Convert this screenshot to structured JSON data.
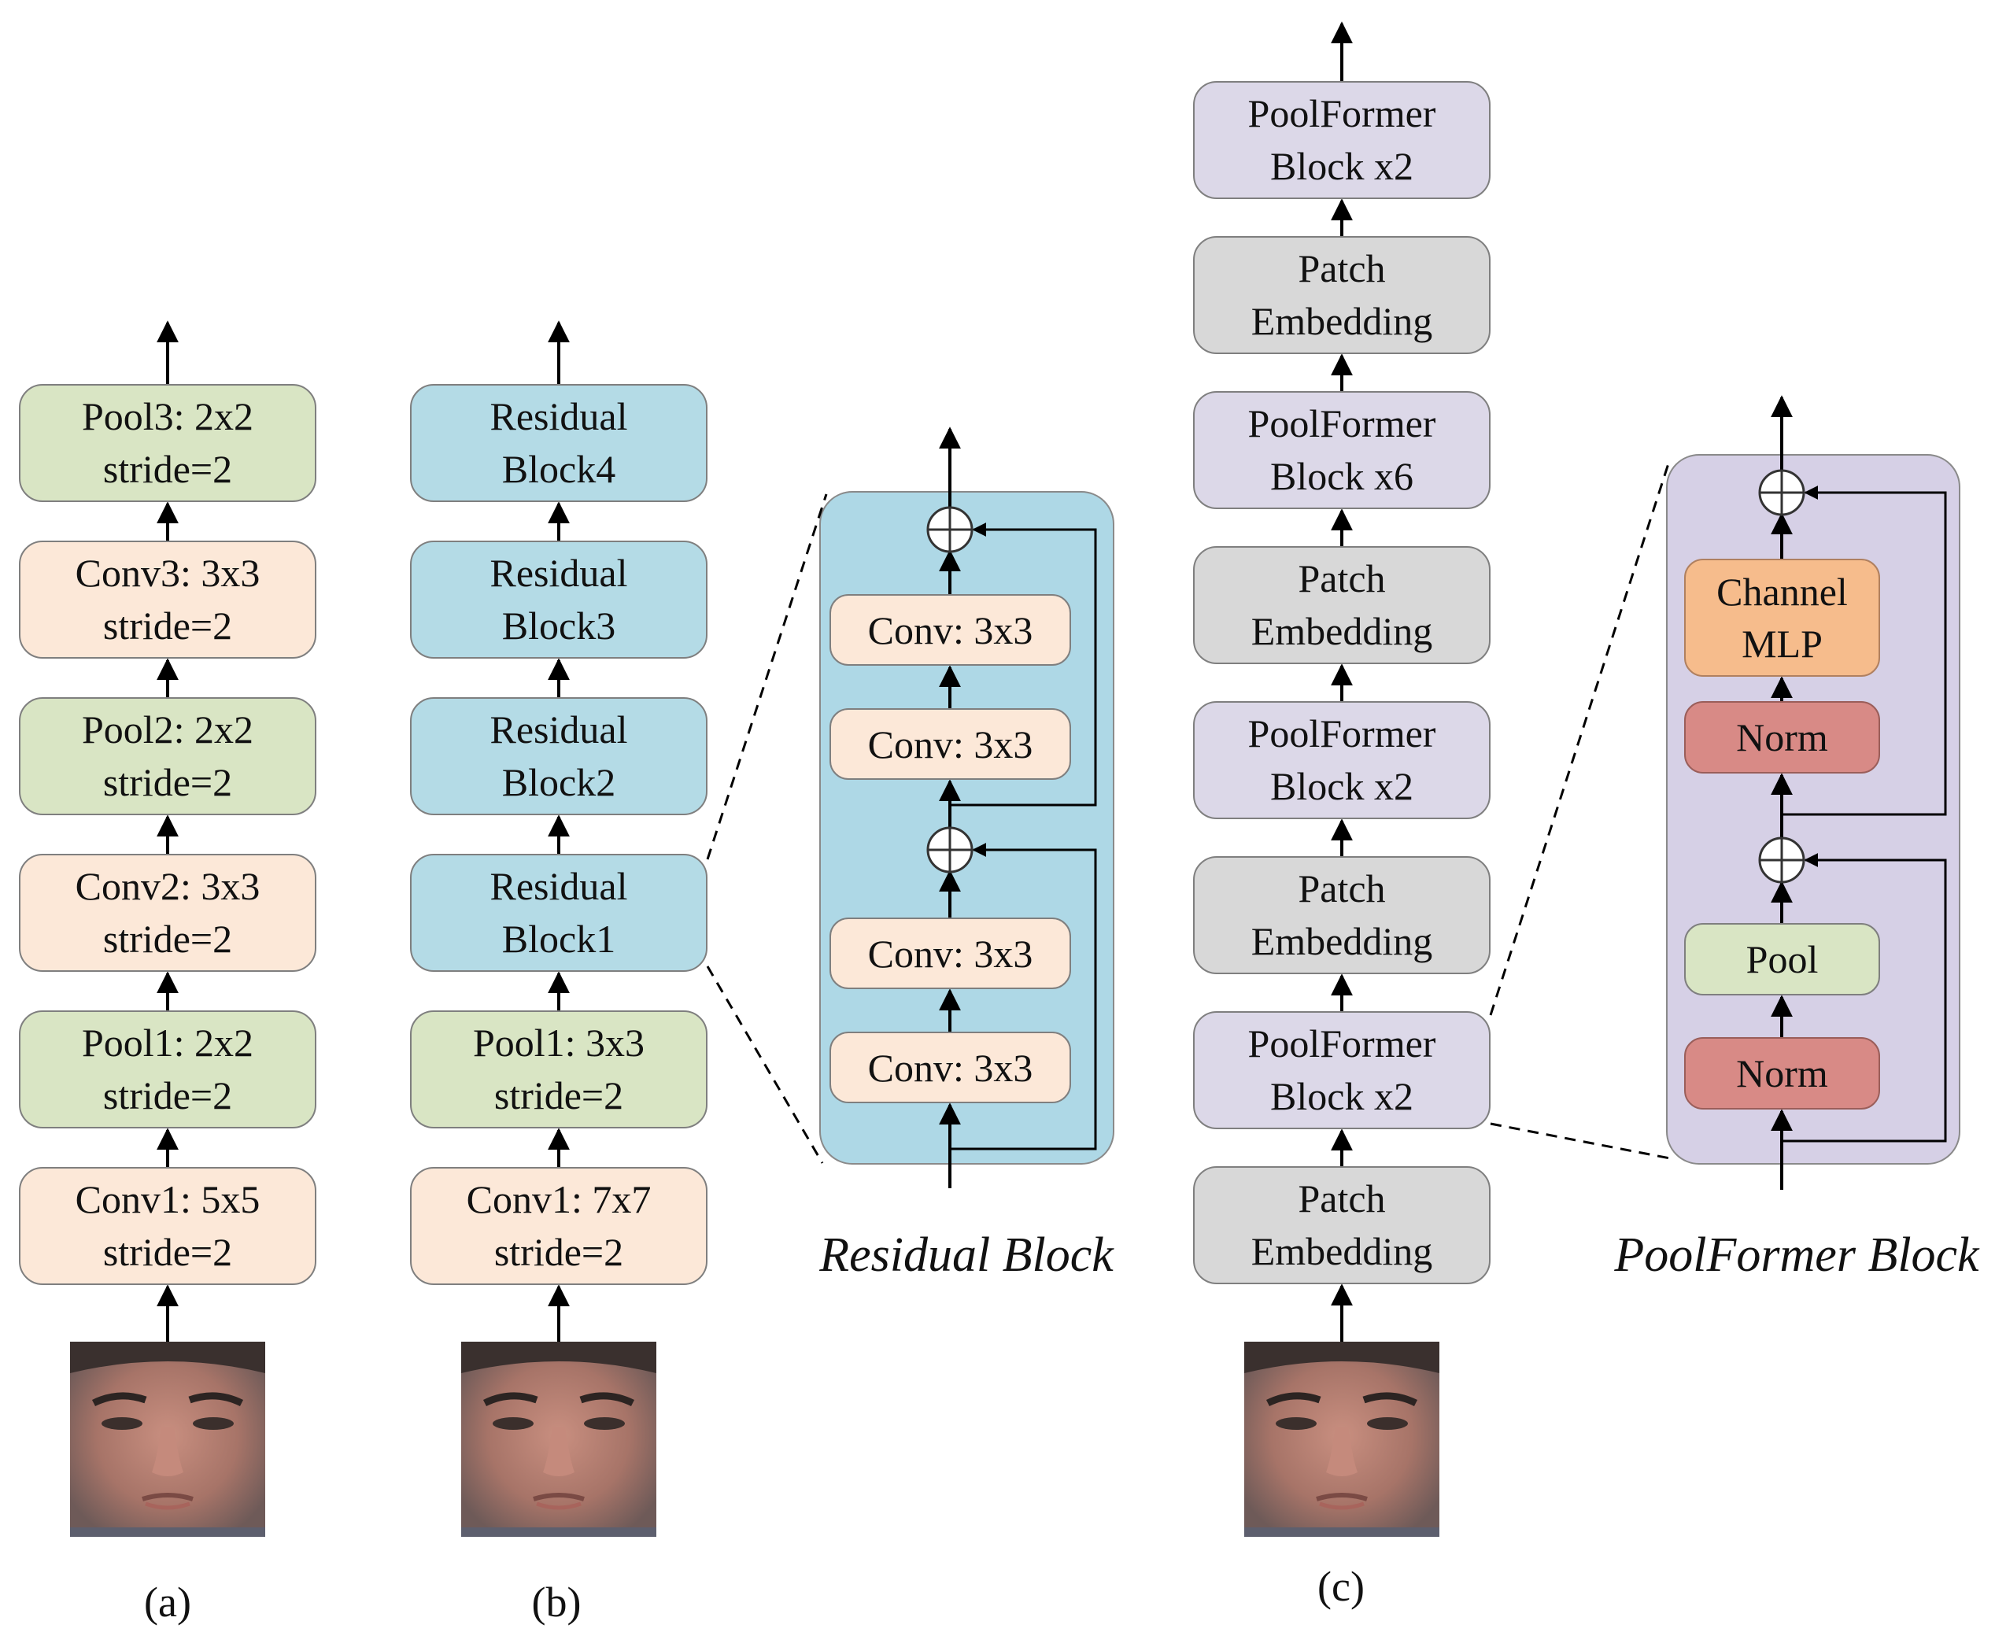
{
  "colors": {
    "conv": "#fce8d8",
    "pool": "#d9e5c4",
    "residual": "#b4dbe6",
    "poolformer": "#dcd8e8",
    "patch": "#d8d8d8",
    "norm": "#d88a86",
    "channel_mlp": "#f6bc8c",
    "residual_panel": "#aed8e6",
    "poolformer_panel": "#d6d0e6",
    "line": "#000000"
  },
  "column_a": {
    "label": "(a)",
    "blocks": [
      {
        "line1": "Pool3: 2x2",
        "line2": "stride=2"
      },
      {
        "line1": "Conv3: 3x3",
        "line2": "stride=2"
      },
      {
        "line1": "Pool2: 2x2",
        "line2": "stride=2"
      },
      {
        "line1": "Conv2: 3x3",
        "line2": "stride=2"
      },
      {
        "line1": "Pool1: 2x2",
        "line2": "stride=2"
      },
      {
        "line1": "Conv1: 5x5",
        "line2": "stride=2"
      }
    ]
  },
  "column_b": {
    "label": "(b)",
    "blocks": [
      {
        "line1": "Residual",
        "line2": "Block4"
      },
      {
        "line1": "Residual",
        "line2": "Block3"
      },
      {
        "line1": "Residual",
        "line2": "Block2"
      },
      {
        "line1": "Residual",
        "line2": "Block1"
      },
      {
        "line1": "Pool1: 3x3",
        "line2": "stride=2"
      },
      {
        "line1": "Conv1: 7x7",
        "line2": "stride=2"
      }
    ]
  },
  "residual_detail": {
    "caption": "Residual Block",
    "convs": [
      "Conv: 3x3",
      "Conv: 3x3",
      "Conv: 3x3",
      "Conv: 3x3"
    ]
  },
  "column_c": {
    "label": "(c)",
    "blocks": [
      {
        "line1": "PoolFormer",
        "line2": "Block x2"
      },
      {
        "line1": "Patch",
        "line2": "Embedding"
      },
      {
        "line1": "PoolFormer",
        "line2": "Block x6"
      },
      {
        "line1": "Patch",
        "line2": "Embedding"
      },
      {
        "line1": "PoolFormer",
        "line2": "Block x2"
      },
      {
        "line1": "Patch",
        "line2": "Embedding"
      },
      {
        "line1": "PoolFormer",
        "line2": "Block x2"
      },
      {
        "line1": "Patch",
        "line2": "Embedding"
      }
    ]
  },
  "poolformer_detail": {
    "caption": "PoolFormer Block",
    "channel_mlp": {
      "line1": "Channel",
      "line2": "MLP"
    },
    "norm_top": "Norm",
    "pool": "Pool",
    "norm_bottom": "Norm"
  },
  "face_icon": "face-photo"
}
